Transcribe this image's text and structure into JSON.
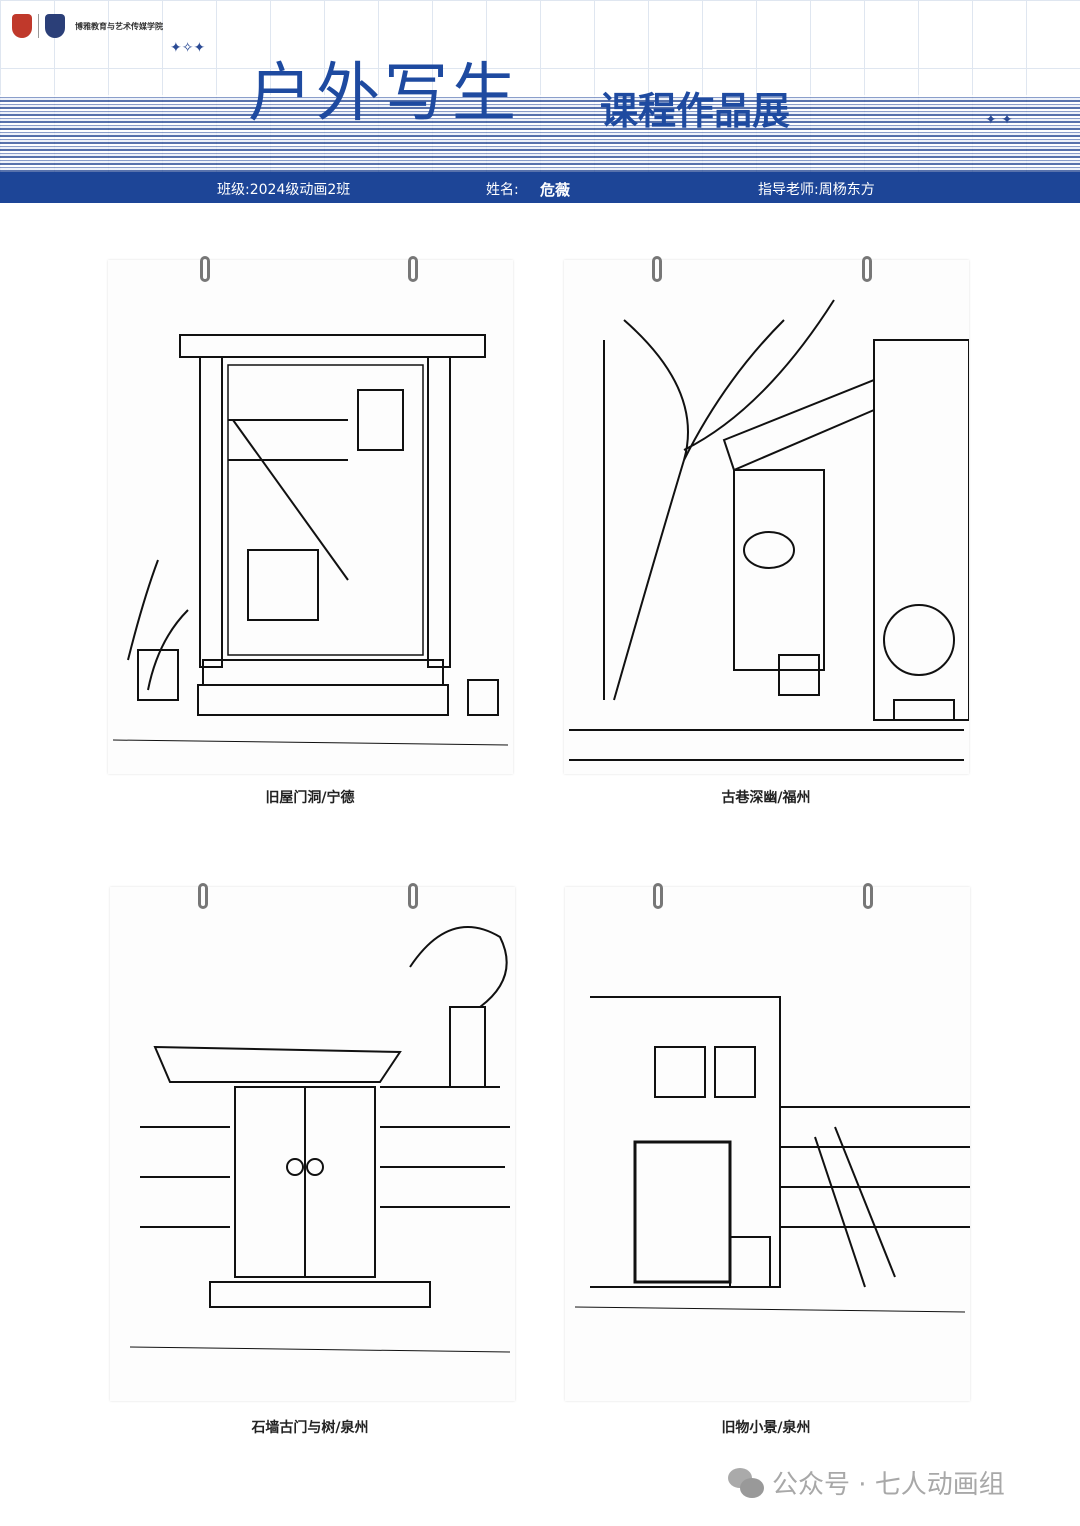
{
  "header": {
    "school_name": "博雅教育与艺术传媒学院",
    "title": "户外写生",
    "subtitle": "课程作品展"
  },
  "info": {
    "class": "班级:2024级动画2班",
    "name_label": "姓名:",
    "name": "危薇",
    "teacher": "指导老师:周杨东方"
  },
  "artworks": [
    {
      "caption": "旧屋门洞/宁德"
    },
    {
      "caption": "古巷深幽/福州"
    },
    {
      "caption": "石墙古门与树/泉州"
    },
    {
      "caption": "旧物小景/泉州"
    }
  ],
  "watermark": {
    "text": "公众号 · 七人动画组"
  },
  "colors": {
    "brand": "#1d4597",
    "title": "#1e4aa0"
  }
}
